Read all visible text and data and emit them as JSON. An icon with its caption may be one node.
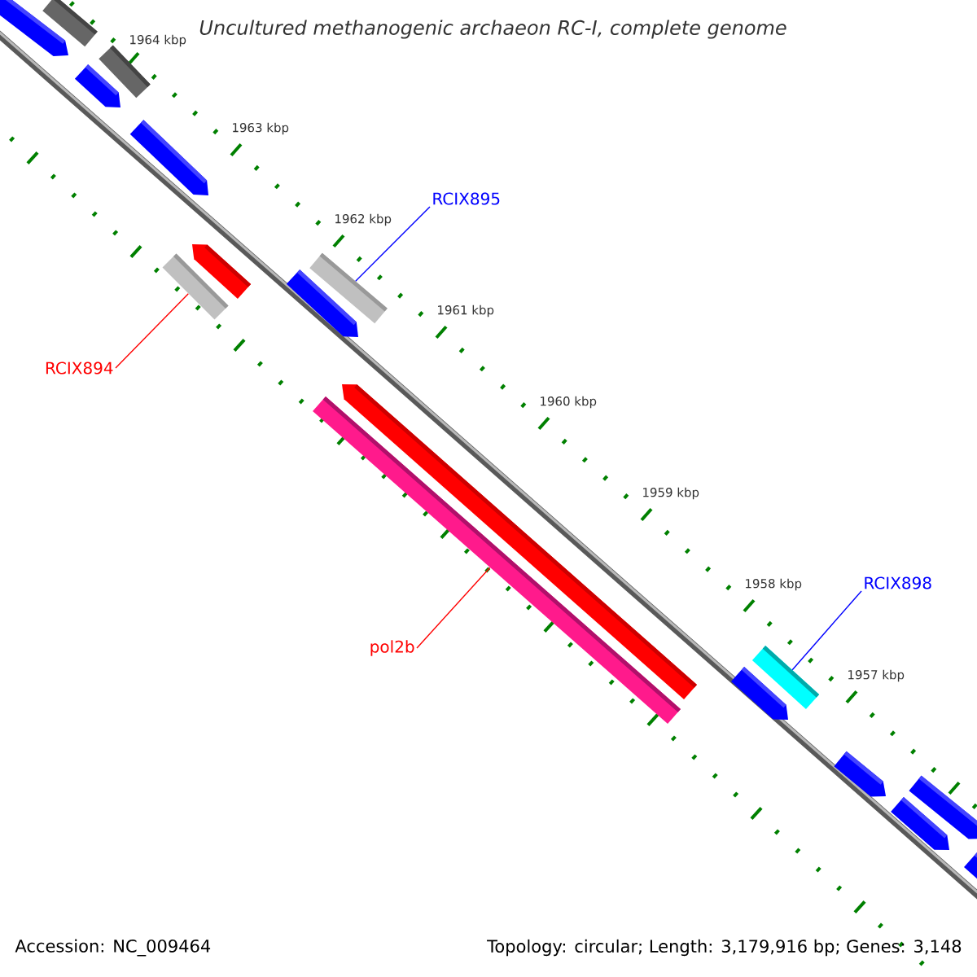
{
  "diagram": {
    "title": "Uncultured methanogenic archaeon RC-I, complete genome",
    "nodes": [
      {
        "text": [
          "RCIX895"
        ]
      },
      {
        "text": [],
        "shape": "bar"
      },
      {
        "text": [
          "RCIX894"
        ]
      },
      {
        "text": [],
        "shape": "bar"
      },
      {
        "text": [
          "pol2b"
        ]
      },
      {
        "text": [],
        "shape": "bar"
      },
      {
        "text": [
          "RCIX898"
        ]
      },
      {
        "text": [],
        "shape": "bar"
      }
    ],
    "edges": [
      {
        "from": 0,
        "to": 1,
        "arrow": "none",
        "color": "#0000ff"
      },
      {
        "from": 2,
        "to": 3,
        "arrow": "none",
        "color": "#ff0000"
      },
      {
        "from": 4,
        "to": 5,
        "arrow": "none",
        "color": "#ff0000"
      },
      {
        "from": 6,
        "to": 7,
        "arrow": "none",
        "color": "#0000ff"
      }
    ],
    "labels": [
      "1964 kbp",
      "1963 kbp",
      "1962 kbp",
      "1961 kbp",
      "1960 kbp",
      "1959 kbp",
      "1958 kbp",
      "1957 kbp",
      "Accession: NC_009464",
      "Topology: circular; Length: 3,179,916 bp; Genes: 3,148"
    ]
  }
}
